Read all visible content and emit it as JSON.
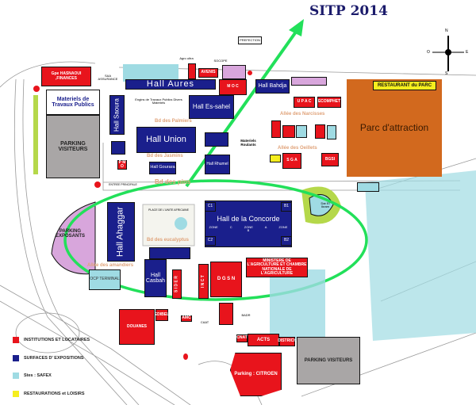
{
  "title": "SITP 2014",
  "compass": {
    "n": "N",
    "s": "S",
    "e": "E",
    "w": "O"
  },
  "buildings": {
    "hasnaoui": "Gpe HASNAOUI ,FINANCES",
    "saa": "SAA ASSURANCE",
    "agro": "Agro ultra",
    "socope": "SOCOPE",
    "prefection": "PREFECTION",
    "avenir": "AVENIS",
    "moc": "M O C",
    "materiels_tp": "Materiels de Travaux Publics",
    "parking_visiteurs": "PARKING VISITEURS",
    "hall_aures": "Hall Aures",
    "hall_saoura": "Hall Saoura",
    "hall_essahel": "Hall Es-sahel",
    "hall_union": "Hall Union",
    "hall_gourara": "Hall Gourara",
    "hall_rhumel": "Hall Rhumel",
    "hall_bahdja": "Hall Bahdja",
    "engins": "Engins de Travaux Publics Divers Materiels",
    "upac": "U P A C",
    "ecomphet": "ECOMPHET",
    "sga": "S G A",
    "bgsi": "BGSI",
    "materiels_roulants": "Materiels Roulants",
    "restaurant": "RESTAURANT du PARC",
    "parc": "Parc d'attraction",
    "dar_el_ikram": "Dar El Ikram",
    "pmo": "P M O",
    "hall_ahaggar": "Hall Ahaggar",
    "place": "PLACE DE L'UNITE AFRICAINE",
    "concorde": "Hall de la Concorde",
    "zone_c": "ZONE C",
    "zone_a": "ZONE A",
    "zone_b": "ZONE B",
    "c1": "C1",
    "c2": "C2",
    "b1": "B1",
    "b2": "B2",
    "hall_casbah": "Hall Casbah",
    "parking_exposants": "PARKING EXPOSANTS",
    "sider": "S I D E R",
    "inct": "I N C T",
    "dgsn": "D G S N",
    "ministere": "MINISTERE DE L'AGRICULTURE ET CHAMBRE NATIONALE DE L'AGRICULTURE",
    "douanes": "DOUANES",
    "edibel": "EDIBEL",
    "amc": "AMC",
    "caat": "CAAT",
    "badr": "BADR",
    "acts": "ACTS",
    "cnat": "CNAT",
    "districh": "DISTRICH",
    "citroen": "Parking : CITROEN",
    "parking_visiteurs2": "PARKING VISITEURS",
    "ocp": "OCP TERMINAL",
    "entree": "ENTREE PRINCIPALE"
  },
  "roads": {
    "bd_palmiers": "Bd des Palmiers",
    "bd_jasmins": "Bd des Jasmins",
    "bd_pins": "Bd des pins",
    "bd_eucalyptus": "Bd des eucalyptus",
    "allee_narcisses": "Allée des Narcisses",
    "allee_oeillets": "Allée des Oeillets",
    "allee_amandiers": "Allée des amandiers"
  },
  "legend": [
    {
      "label": "INSTITUTIONS ET LOCATAIRES",
      "color": "#e8141c"
    },
    {
      "label": "SURFACES  D' EXPOSITIONS",
      "color": "#1a1f8c"
    },
    {
      "label": "Stes : SAFEX",
      "color": "#9fdbe3"
    },
    {
      "label": "RESTAURATIONS et LOISIRS",
      "color": "#f5ee1e"
    }
  ]
}
